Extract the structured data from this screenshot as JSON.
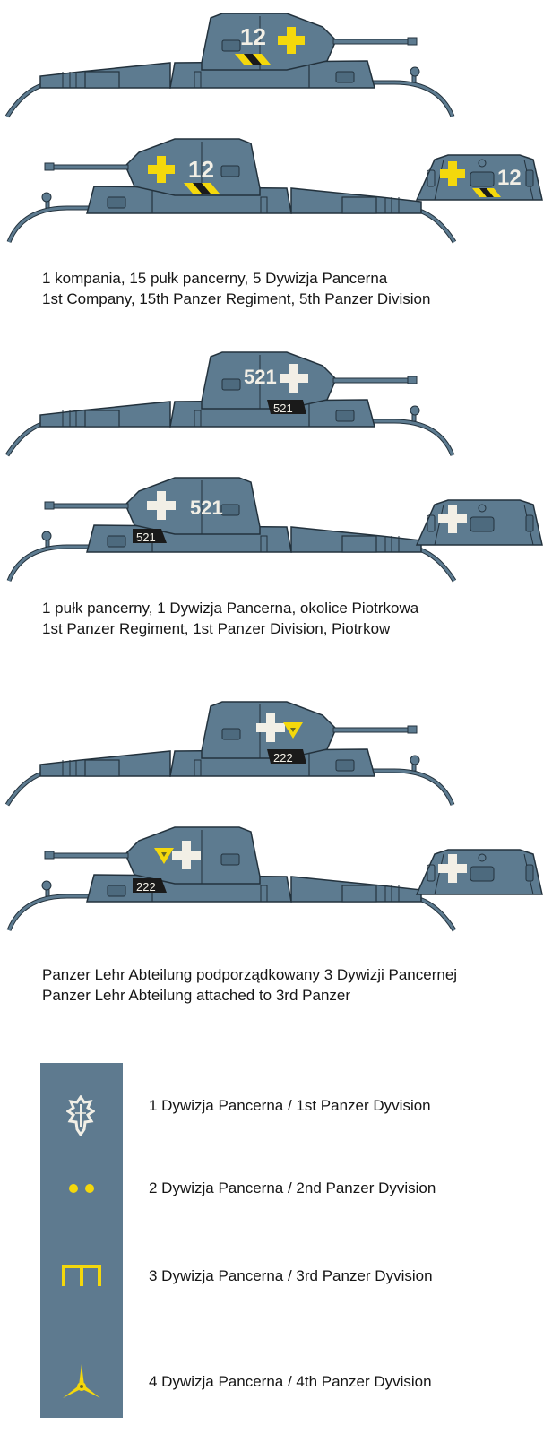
{
  "colors": {
    "hull": "#5d7b90",
    "outline": "#23323d",
    "yellow": "#f4d80c",
    "white_marking": "#f2efe6",
    "black": "#1a1a1a",
    "legend_panel": "#5e7a8f",
    "background": "#ffffff"
  },
  "schemes": [
    {
      "id": "scheme-1",
      "turret_number": "12",
      "cross_color": "yellow",
      "stripe": "yellow-black-yellow",
      "caption_pl": "1 kompania, 15 pułk pancerny, 5 Dywizja Pancerna",
      "caption_en": "1st Company, 15th Panzer Regiment, 5th Panzer Division"
    },
    {
      "id": "scheme-2",
      "turret_number": "521",
      "hull_number": "521",
      "cross_color": "white",
      "caption_pl": "1 pułk pancerny, 1 Dywizja Pancerna, okolice Piotrkowa",
      "caption_en": "1st Panzer Regiment, 1st Panzer Division, Piotrkow"
    },
    {
      "id": "scheme-3",
      "hull_number": "222",
      "cross_color": "white",
      "unit_sign": "yellow-triangle",
      "caption_pl": "Panzer Lehr Abteilung podporządkowany 3 Dywizji Pancernej",
      "caption_en": "Panzer Lehr Abteilung attached to 3rd Panzer"
    }
  ],
  "legend": [
    {
      "icon": "oak-leaf-icon",
      "label": "1 Dywizja Pancerna / 1st Panzer Dyvision"
    },
    {
      "icon": "two-dots-icon",
      "label": "2 Dywizja Pancerna / 2nd Panzer Dyvision"
    },
    {
      "icon": "e-rune-icon",
      "label": "3 Dywizja Pancerna / 3rd Panzer Dyvision"
    },
    {
      "icon": "tripod-icon",
      "label": "4 Dywizja Pancerna / 4th Panzer Dyvision"
    }
  ]
}
